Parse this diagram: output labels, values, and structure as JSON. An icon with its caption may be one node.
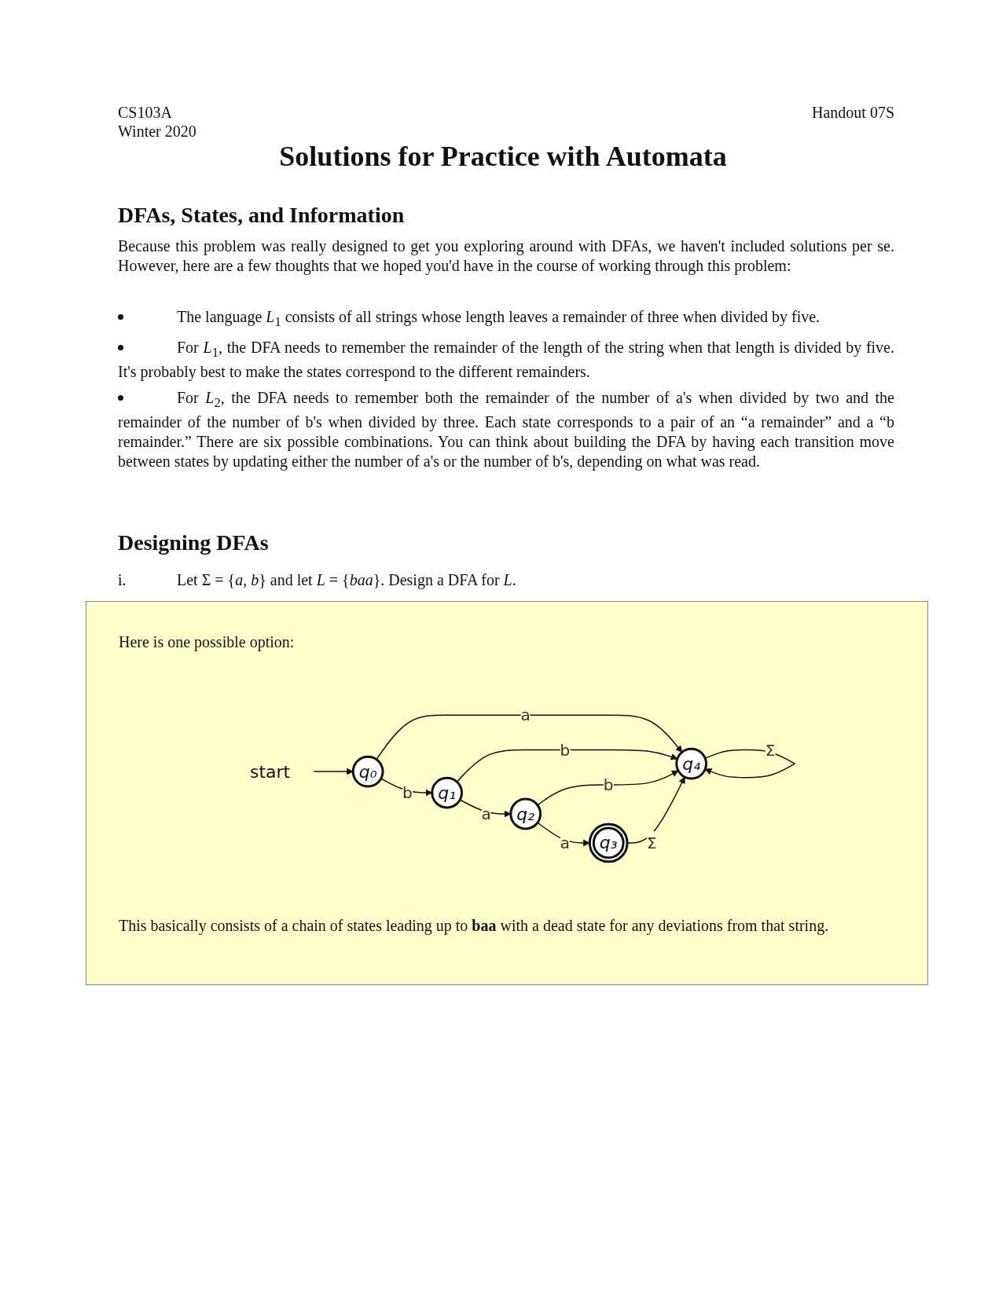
{
  "diagram": {
    "title": "Solutions for Practice with Automata",
    "nodes": [
      {
        "text": [
          "start"
        ]
      },
      {
        "text": [
          "q₀"
        ]
      },
      {
        "text": [
          "q₁"
        ]
      },
      {
        "text": [
          "q₂"
        ]
      },
      {
        "text": [
          "q₃"
        ]
      },
      {
        "text": [
          "q₄"
        ]
      }
    ],
    "edges": [
      {
        "from": 0,
        "to": 1,
        "arrow": "to"
      },
      {
        "from": 1,
        "to": 2,
        "arrow": "to",
        "label": "b"
      },
      {
        "from": 2,
        "to": 3,
        "arrow": "to",
        "label": "a"
      },
      {
        "from": 3,
        "to": 4,
        "arrow": "to",
        "label": "a"
      },
      {
        "from": 1,
        "to": 5,
        "arrow": "to",
        "label": "a"
      },
      {
        "from": 2,
        "to": 5,
        "arrow": "to",
        "label": "b"
      },
      {
        "from": 3,
        "to": 5,
        "arrow": "to",
        "label": "b"
      },
      {
        "from": 4,
        "to": 5,
        "arrow": "to",
        "label": "Σ"
      },
      {
        "from": 5,
        "to": 5,
        "arrow": "to",
        "label": "Σ"
      }
    ],
    "labels": [
      "CS103A",
      "Handout 07S",
      "Winter 2020",
      "DFAs, States, and Information",
      "Because this problem was really designed to get you exploring around with DFAs, we haven't included solutions per se. However, here are a few thoughts that we hoped you'd have in the course of working through this problem:",
      "The language *L*$_{1}$ consists of all strings whose length leaves a remainder of three when divided by five.",
      "For *L*$_{1}$, the DFA needs to remember the remainder of the length of the string when that length is divided by five. It's probably best to make the states correspond to the different remainders.",
      "For *L*$_{2}$, the DFA needs to remember both the remainder of the number of a's when divided by two and the remainder of the number of b's when divided by three. Each state corresponds to a pair of an “a remainder” and a “b remainder.” There are six possible combinations. You can think about building the DFA by having each transition move between states by updating either the number of a's or the number of b's, depending on what was read.",
      "Designing DFAs",
      "i.",
      "Let Σ = {*a*, *b*} and let *L* = {*baa*}. Design a DFA for *L*.",
      "Here is one possible option:",
      "This basically consists of a chain of states leading up to **baa** with a dead state for any deviations from that string."
    ]
  }
}
